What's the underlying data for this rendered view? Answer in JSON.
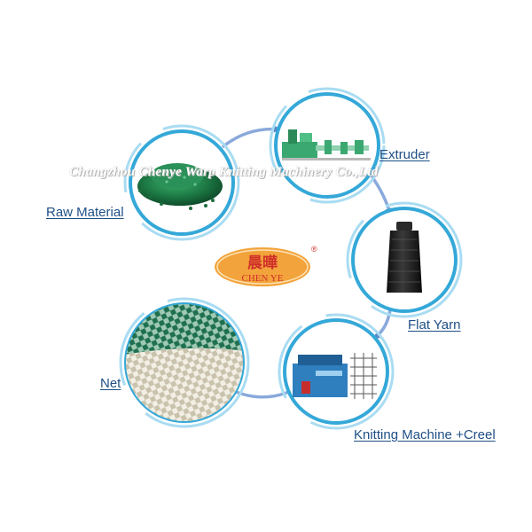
{
  "watermark": "Changzhou Chenye Warp Knitting Machinery Co.,Ltd",
  "logo": {
    "chinese": "晨曄",
    "english": "CHEN YE",
    "registered": "®"
  },
  "steps": [
    {
      "label": "Raw Material"
    },
    {
      "label": "Extruder"
    },
    {
      "label": "Flat Yarn"
    },
    {
      "label": "Knitting Machine +Creel"
    },
    {
      "label": "Net"
    }
  ],
  "colors": {
    "ring": "#34a8d8",
    "ring_outer": "#a9dcf2",
    "arrow": "#7ea2d6",
    "label": "#1f4f86",
    "logo_fill": "#f3a33b",
    "logo_text": "#d0302a"
  }
}
